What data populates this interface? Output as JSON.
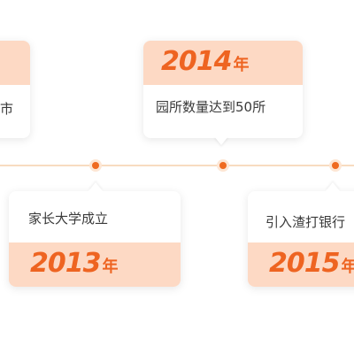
{
  "colors": {
    "accent": "#ee6421",
    "band": "#fdd9c4",
    "axis": "#f8dcc0",
    "text": "#3a3a3a"
  },
  "milestones": [
    {
      "year": "",
      "unit": "",
      "event": "市"
    },
    {
      "year": "2013",
      "unit": "年",
      "event": "家长大学成立"
    },
    {
      "year": "2014",
      "unit": "年",
      "event": "园所数量达到50所"
    },
    {
      "year": "2015",
      "unit": "年",
      "event": "引入渣打银行"
    }
  ]
}
